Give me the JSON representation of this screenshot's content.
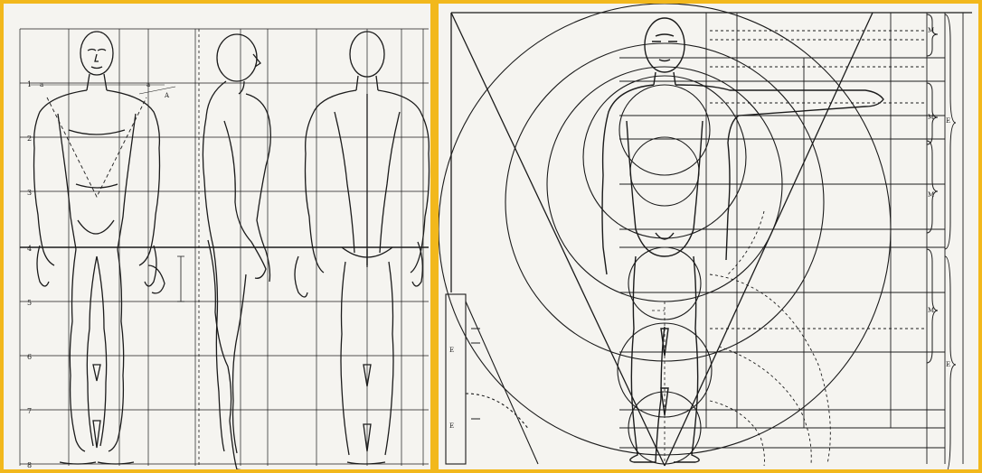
{
  "left_panel": {
    "row_numbers": [
      "1",
      "2",
      "3",
      "4",
      "5",
      "6",
      "7",
      "8"
    ],
    "marks": {
      "a_left": "a",
      "a_right": "a",
      "a_side": "A"
    }
  },
  "right_panel": {
    "marks": {
      "m1": "M",
      "m2": "M",
      "m3": "M",
      "m4": "M",
      "m5": "E",
      "m6": "E",
      "m7": "E",
      "m8": "E"
    }
  },
  "colors": {
    "frame": "#f2b81c",
    "paper": "#f5f4f0",
    "ink": "#1b1b1b"
  }
}
